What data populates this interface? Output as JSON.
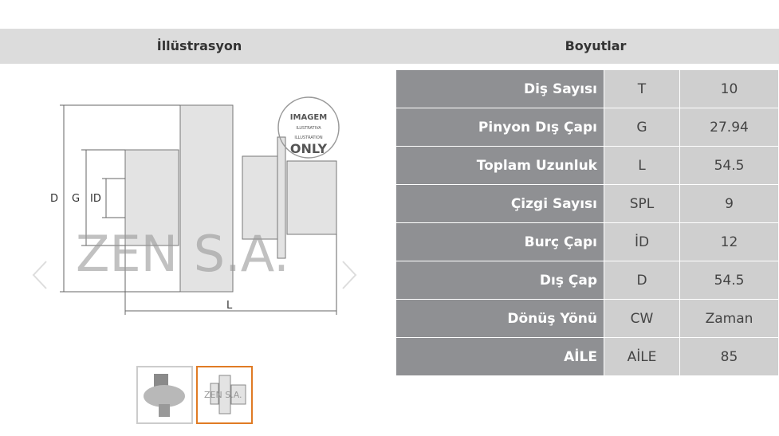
{
  "headers": {
    "illustration": "İllüstrasyon",
    "dimensions": "Boyutlar"
  },
  "drawing": {
    "labels": {
      "d": "D",
      "g": "G",
      "id": "ID",
      "l": "L"
    },
    "watermark": "ZEN S.A.",
    "stamp": {
      "line1": "IMAGEM",
      "line2": "ILUSTRATIVA",
      "line3": "ILLUSTRATION",
      "line4": "ONLY"
    }
  },
  "rows": [
    {
      "label": "Diş Sayısı",
      "code": "T",
      "value": "10"
    },
    {
      "label": "Pinyon Dış Çapı",
      "code": "G",
      "value": "27.94"
    },
    {
      "label": "Toplam Uzunluk",
      "code": "L",
      "value": "54.5"
    },
    {
      "label": "Çizgi Sayısı",
      "code": "SPL",
      "value": "9"
    },
    {
      "label": "Burç Çapı",
      "code": "İD",
      "value": "12"
    },
    {
      "label": "Dış Çap",
      "code": "D",
      "value": "54.5"
    },
    {
      "label": "Dönüş Yönü",
      "code": "CW",
      "value": "Zaman"
    },
    {
      "label": "AİLE",
      "code": "AİLE",
      "value": "85"
    }
  ],
  "thumbnails": [
    {
      "selected": false
    },
    {
      "selected": true
    }
  ],
  "colors": {
    "label_bg": "#8f9093",
    "cell_bg": "#cfcfcf",
    "header_bg": "#dcdcdc",
    "thumb_selected": "#e07b24"
  }
}
